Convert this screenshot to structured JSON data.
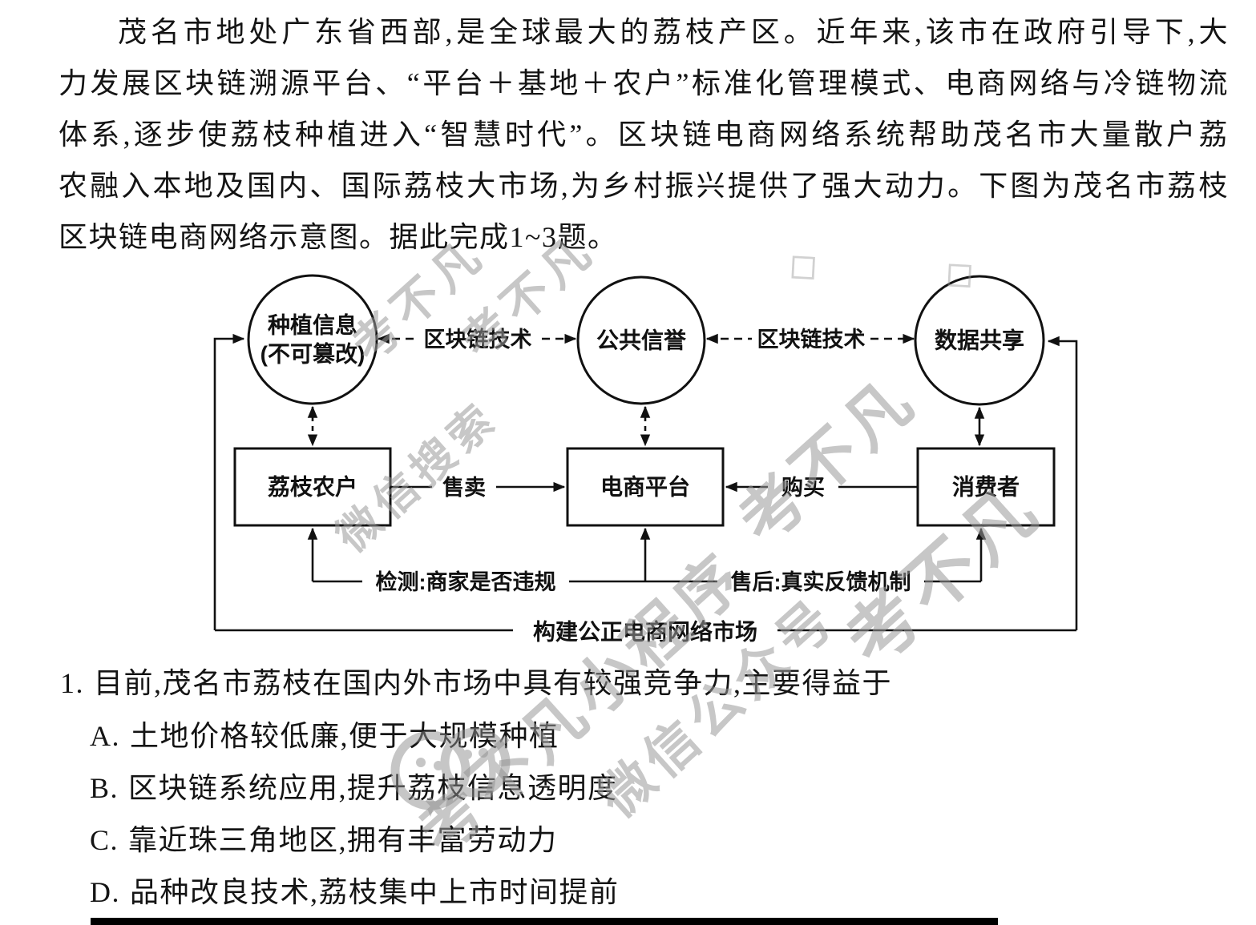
{
  "passage": {
    "lines": [
      "茂名市地处广东省西部,是全球最大的荔枝产区。近年来,该市在政府引导下,大",
      "力发展区块链溯源平台、“平台＋基地＋农户”标准化管理模式、电商网络与冷链物流",
      "体系,逐步使荔枝种植进入“智慧时代”。区块链电商网络系统帮助茂名市大量散户荔",
      "农融入本地及国内、国际荔枝大市场,为乡村振兴提供了强大动力。下图为茂名市荔枝",
      "区块链电商网络示意图。据此完成1~3题。"
    ]
  },
  "diagram": {
    "circles": [
      {
        "line1": "种植信息",
        "line2": "(不可篡改)"
      },
      {
        "line1": "公共信誉"
      },
      {
        "line1": "数据共享"
      }
    ],
    "blockchain_left": "区块链技术",
    "blockchain_right": "区块链技术",
    "boxes": [
      {
        "label": "荔枝农户"
      },
      {
        "label": "电商平台"
      },
      {
        "label": "消费者"
      }
    ],
    "edges": {
      "sell": "售卖",
      "buy": "购买",
      "detect": "检测:商家是否违规",
      "aftersale": "售后:真实反馈机制",
      "bottom_loop": "构建公正电商网络市场"
    }
  },
  "question": {
    "number": "1.",
    "stem": "目前,茂名市荔枝在国内外市场中具有较强竞争力,主要得益于",
    "options": [
      {
        "key": "A.",
        "text": "土地价格较低廉,便于大规模种植"
      },
      {
        "key": "B.",
        "text": "区块链系统应用,提升荔枝信息透明度"
      },
      {
        "key": "C.",
        "text": "靠近珠三角地区,拥有丰富劳动力"
      },
      {
        "key": "D.",
        "text": "品种改良技术,荔枝集中上市时间提前"
      }
    ]
  },
  "watermarks": [
    {
      "text": "考不凡"
    },
    {
      "text": "考不凡"
    },
    {
      "text": "微信搜索"
    },
    {
      "text": "考不凡"
    },
    {
      "text": "考不凡小程序"
    },
    {
      "text": "微信公众号"
    },
    {
      "text": "考不凡"
    },
    {
      "text": "◇"
    },
    {
      "text": "◇"
    }
  ]
}
